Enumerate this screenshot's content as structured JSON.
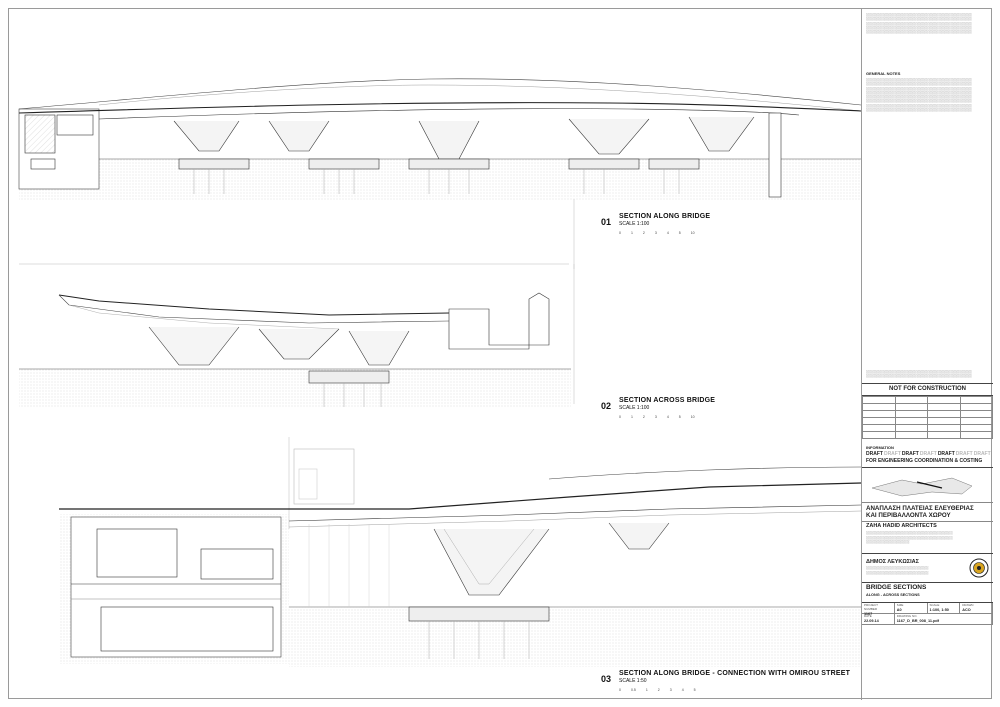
{
  "sections": [
    {
      "number": "01",
      "title": "SECTION ALONG BRIDGE",
      "scale": "SCALE 1:100"
    },
    {
      "number": "02",
      "title": "SECTION ACROSS BRIDGE",
      "scale": "SCALE 1:100"
    },
    {
      "number": "03",
      "title": "SECTION ALONG BRIDGE - CONNECTION WITH OMIROU STREET",
      "scale": "SCALE 1:50"
    }
  ],
  "titleblock": {
    "general_notes_heading": "GENERAL NOTES",
    "status": "NOT FOR CONSTRUCTION",
    "information_label": "INFORMATION",
    "draft_words": [
      "DRAFT",
      "DRAFT",
      "DRAFT",
      "DRAFT",
      "DRAFT",
      "DRAFT",
      "DRAFT"
    ],
    "draft_purpose": "FOR ENGINEERING COORDINATION & COSTING",
    "project_title_line1": "ΑΝΑΠΛΑΣΗ ΠΛΑΤΕΙΑΣ ΕΛΕΥΘΕΡΙΑΣ",
    "project_title_line2": "ΚΑΙ ΠΕΡΙΒΑΛΛΟΝΤΑ ΧΩΡΟΥ",
    "firm": "ZAHA HADID ARCHITECTS",
    "client": "ΔΗΜΟΣ ΛΕΥΚΩΣΙΑΣ",
    "drawing_title": "BRIDGE SECTIONS",
    "drawing_subtitle": "ALONG - ACROSS SECTIONS",
    "meta": [
      {
        "k": "PROJECT NUMBER",
        "v": "1167"
      },
      {
        "k": "SIZE",
        "v": "A0"
      },
      {
        "k": "SCALE",
        "v": "1:100, 1:50"
      },
      {
        "k": "DRAWN",
        "v": "ACO"
      },
      {
        "k": "DATE",
        "v": "22.09.14"
      },
      {
        "k": "DRAWING NO.",
        "v": "1167_D_BR_008_11.pdf"
      }
    ]
  }
}
